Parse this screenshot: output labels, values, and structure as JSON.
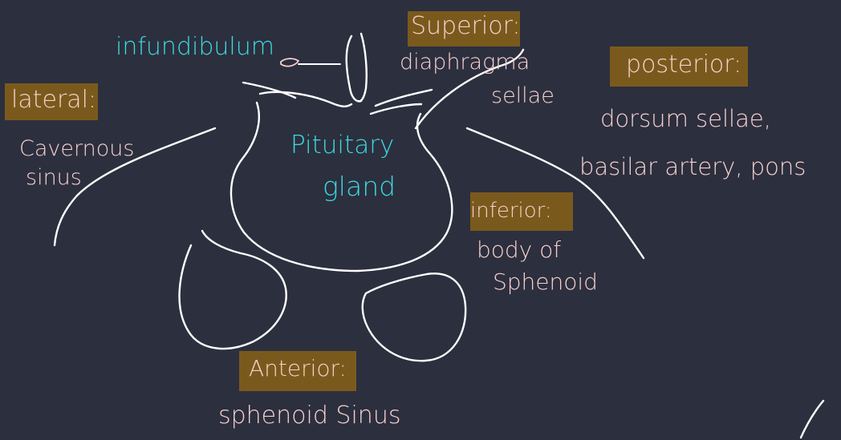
{
  "labels": {
    "superior_title": "Superior:",
    "superior_body_1": "diaphragma",
    "superior_body_2": "sellae",
    "lateral_title": "lateral:",
    "lateral_body_1": "Cavernous",
    "lateral_body_2": "sinus",
    "posterior_title": "posterior:",
    "posterior_body_1": "dorsum sellae,",
    "posterior_body_2": "basilar artery, pons",
    "inferior_title": "inferior:",
    "inferior_body_1": "body of",
    "inferior_body_2": "Sphenoid",
    "anterior_title": "Anterior:",
    "anterior_body": "sphenoid Sinus",
    "infundibulum": "infundibulum",
    "pituitary_1": "Pituitary",
    "pituitary_2": "gland"
  },
  "colors": {
    "background": "#2c2f3e",
    "ink_white": "#ffffff",
    "ink_pink": "#f7d0cd",
    "ink_cyan": "#3fd8e0",
    "tag_fill": "#7a5a1c"
  }
}
